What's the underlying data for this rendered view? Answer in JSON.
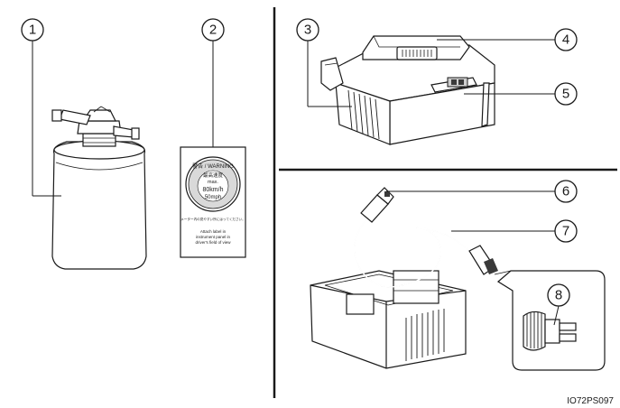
{
  "callouts": [
    "1",
    "2",
    "3",
    "4",
    "5",
    "6",
    "7",
    "8"
  ],
  "sticker": {
    "header": "警告 / WARNING",
    "line1": "最高速度",
    "line2": "max.",
    "speed": "80km/h",
    "speed_mph": "50mph",
    "footer_jp": "メーター内の見やすい所にはってください。",
    "footer_en1": "Attach label in",
    "footer_en2": "instrument panel in",
    "footer_en3": "driver's field of view"
  },
  "figure_code": "IO72PS097",
  "colors": {
    "ink": "#1a1a1a",
    "panel_divider": "#1a1a1a",
    "shade": "#cfcfcf"
  }
}
